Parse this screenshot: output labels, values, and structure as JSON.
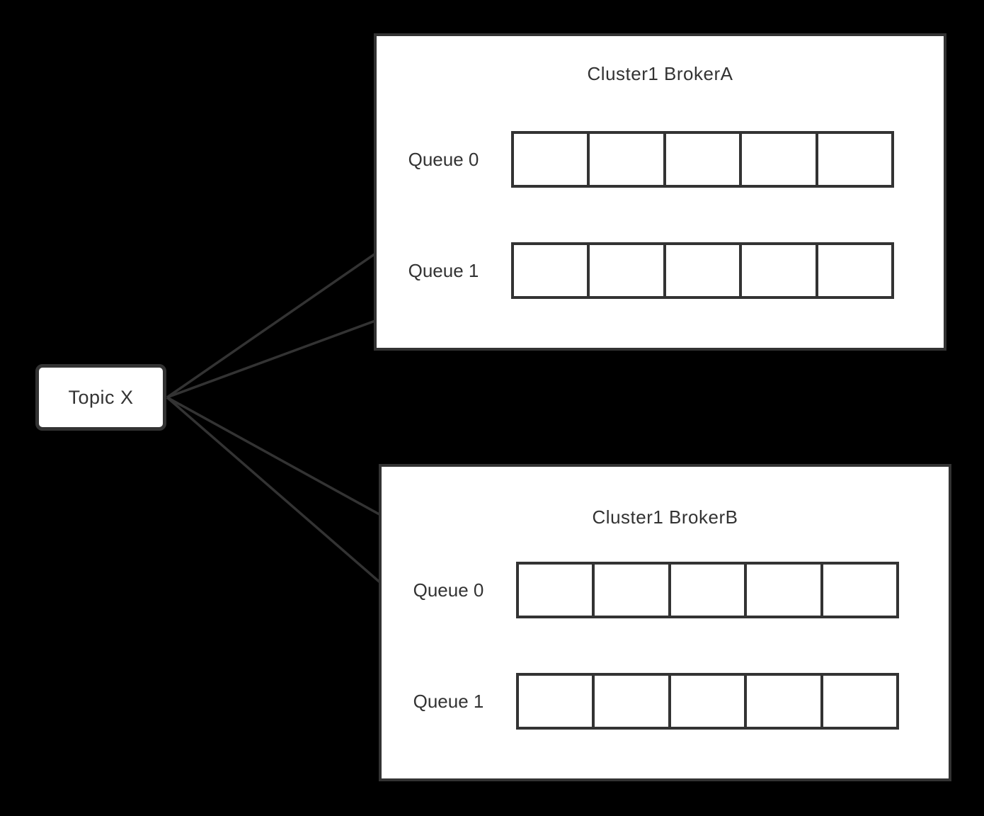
{
  "diagram": {
    "type": "message-queue-topology",
    "background_color": "#000000",
    "stroke_color": "#333333",
    "text_color": "#333333",
    "node_fill_color": "#ffffff"
  },
  "topic": {
    "label": "Topic X"
  },
  "brokers": [
    {
      "title": "Cluster1 BrokerA",
      "queues": [
        {
          "label": "Queue 0",
          "cell_count": 5
        },
        {
          "label": "Queue 1",
          "cell_count": 5
        }
      ]
    },
    {
      "title": "Cluster1 BrokerB",
      "queues": [
        {
          "label": "Queue 0",
          "cell_count": 5
        },
        {
          "label": "Queue 1",
          "cell_count": 5
        }
      ]
    }
  ],
  "connections": [
    {
      "from": "Topic X",
      "to": "Cluster1 BrokerA / Queue 0"
    },
    {
      "from": "Topic X",
      "to": "Cluster1 BrokerA / Queue 1"
    },
    {
      "from": "Topic X",
      "to": "Cluster1 BrokerB / Queue 0"
    },
    {
      "from": "Topic X",
      "to": "Cluster1 BrokerB / Queue 1"
    }
  ]
}
